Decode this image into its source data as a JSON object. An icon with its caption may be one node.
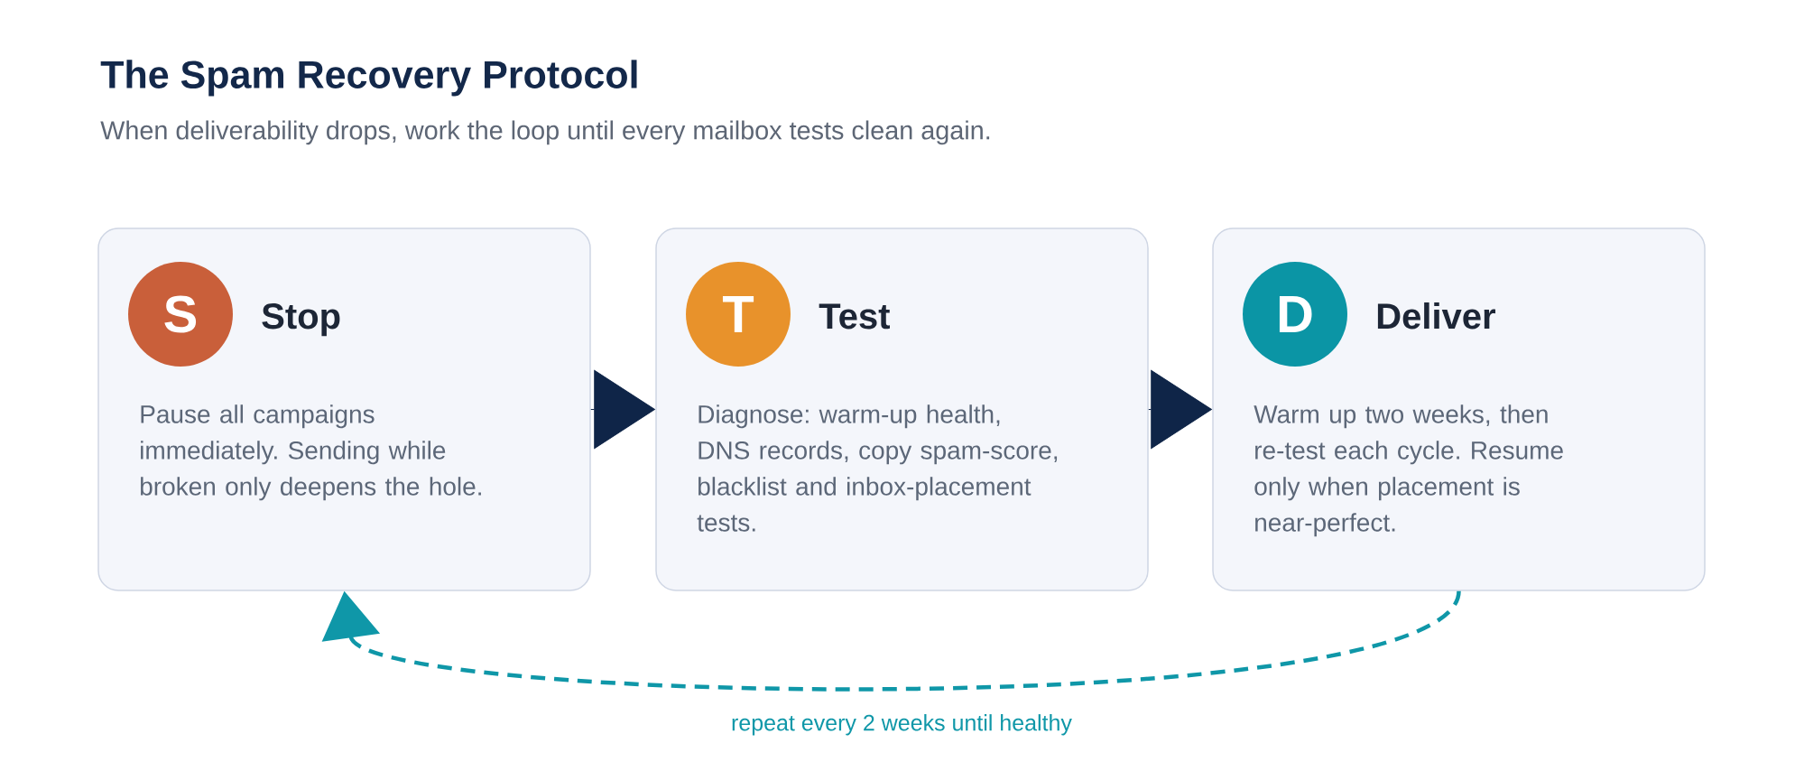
{
  "diagram": {
    "title": "The Spam Recovery Protocol",
    "nodes": [
      {
        "text": [
          "Stop",
          "Pause all campaigns immediately. Sending while broken only deepens the hole."
        ]
      },
      {
        "text": [
          "S"
        ],
        "in": 0
      },
      {
        "text": [
          "Test",
          "Diagnose: warm-up health, DNS records, copy spam-score, blacklist and inbox-placement tests."
        ]
      },
      {
        "text": [
          "T"
        ],
        "in": 2
      },
      {
        "text": [
          "Deliver",
          "Warm up two weeks, then re-test each cycle. Resume only when placement is near-perfect."
        ]
      },
      {
        "text": [
          "D"
        ],
        "in": 4
      }
    ],
    "edges": [
      {
        "from": 0,
        "to": 2,
        "arrow": "to"
      },
      {
        "from": 2,
        "to": 4,
        "arrow": "to"
      },
      {
        "from": 4,
        "to": 0,
        "arrow": "to",
        "label": "repeat every 2 weeks until healthy",
        "style": "dashed",
        "color": "#0f97a8"
      }
    ],
    "labels": [
      "When deliverability drops, work the loop until every mailbox tests clean again."
    ]
  }
}
